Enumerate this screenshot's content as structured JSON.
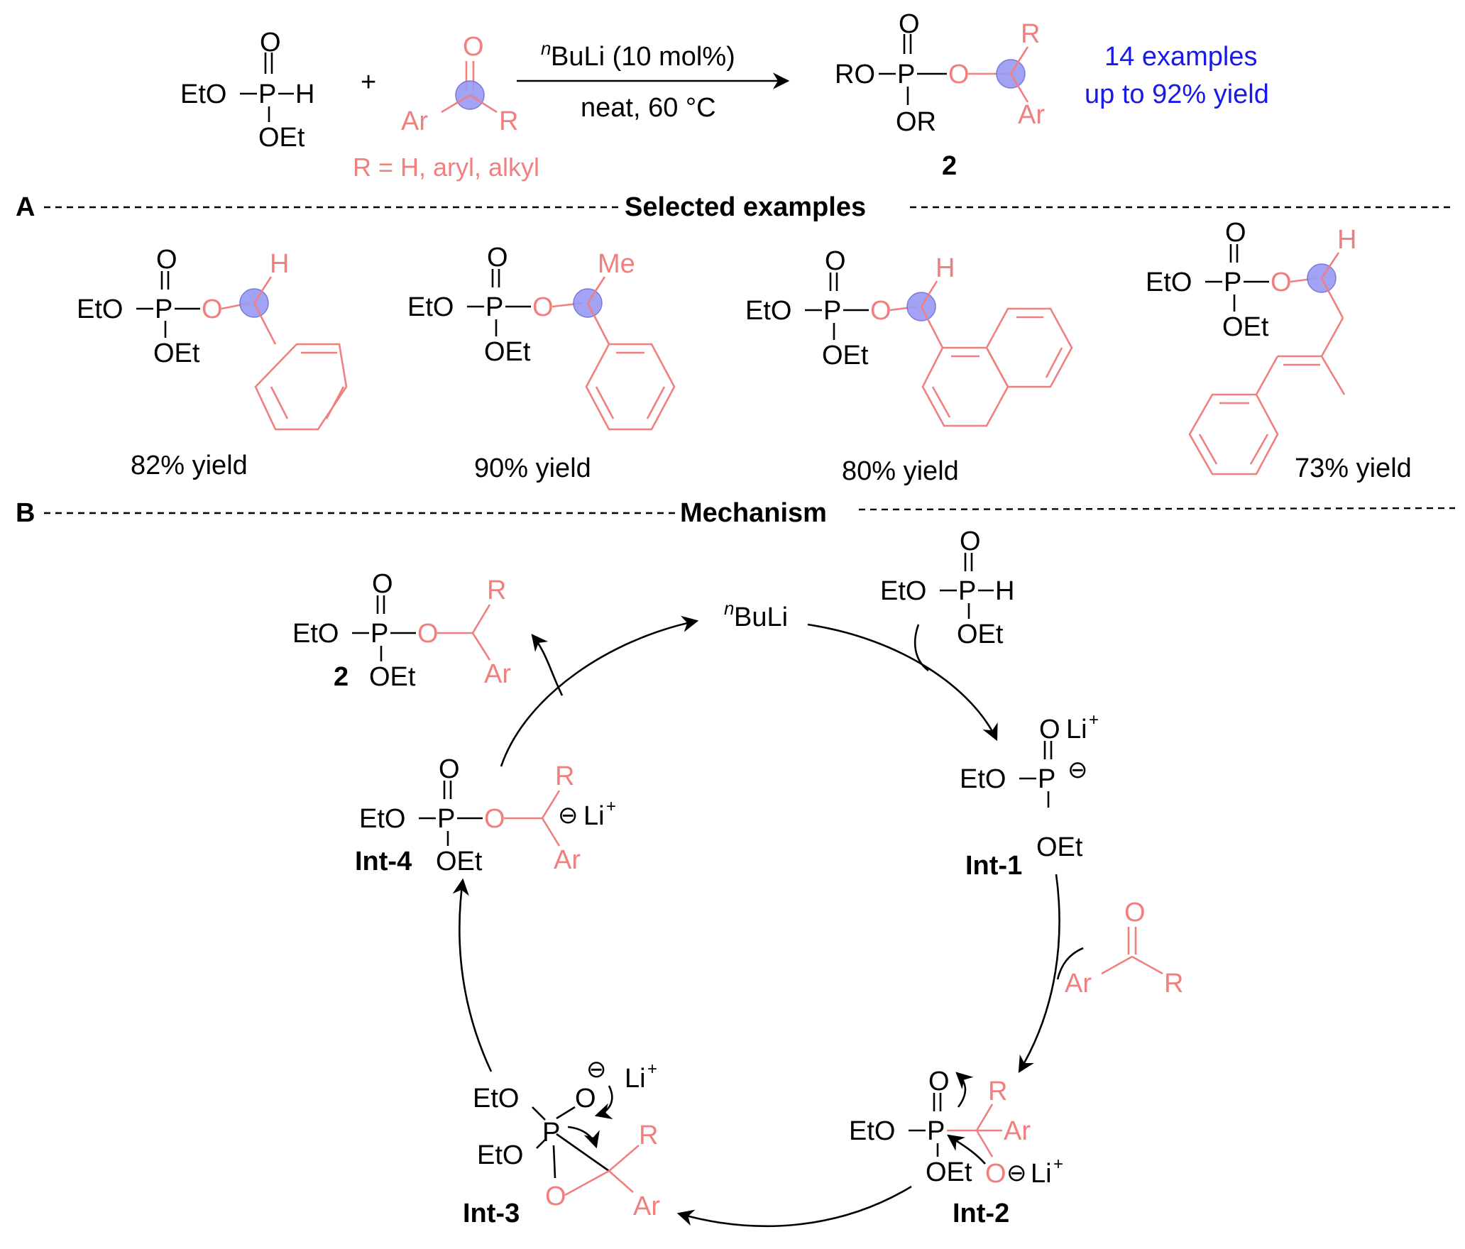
{
  "scheme": {
    "reagent": {
      "Et_O": "EtO",
      "P": "P",
      "O": "O",
      "H": "H",
      "OEt": "OEt"
    },
    "plus": "+",
    "carbonyl": {
      "O": "O",
      "Ar": "Ar",
      "R": "R",
      "note": "R = H, aryl, alkyl"
    },
    "conditions": {
      "n": "n",
      "catalyst": "BuLi (10 mol%)",
      "solvent_temp": "neat, 60 °C"
    },
    "product": {
      "RO": "RO",
      "P": "P",
      "O": "O",
      "OR": "OR",
      "R": "R",
      "Ar": "Ar",
      "label": "2"
    },
    "summary": {
      "line1": "14 examples",
      "line2": "up to 92% yield"
    }
  },
  "section_a": {
    "letter": "A",
    "title": "Selected examples",
    "examples": [
      {
        "sub": "H",
        "yield": "82% yield"
      },
      {
        "sub": "Me",
        "yield": "90% yield"
      },
      {
        "sub": "H",
        "yield": "80% yield"
      },
      {
        "sub": "H",
        "yield": "73% yield"
      }
    ]
  },
  "section_b": {
    "letter": "B",
    "title": "Mechanism",
    "catalyst": {
      "n": "n",
      "text": "BuLi"
    },
    "product_label": "2",
    "int1": {
      "label": "Int-1",
      "li": "Li",
      "plus": "+",
      "minus": "⊖"
    },
    "int2": {
      "label": "Int-2",
      "li": "Li",
      "plus": "+",
      "minus": "⊖"
    },
    "int3": {
      "label": "Int-3",
      "li": "Li",
      "plus": "+",
      "minus": "⊖"
    },
    "int4": {
      "label": "Int-4",
      "li": "Li",
      "plus": "+",
      "minus": "⊖"
    },
    "ketone": {
      "O": "O",
      "Ar": "Ar",
      "R": "R"
    }
  },
  "colors": {
    "substrate": "#f08080",
    "highlight": "#9a9af5",
    "summary": "#1a1ae6"
  }
}
